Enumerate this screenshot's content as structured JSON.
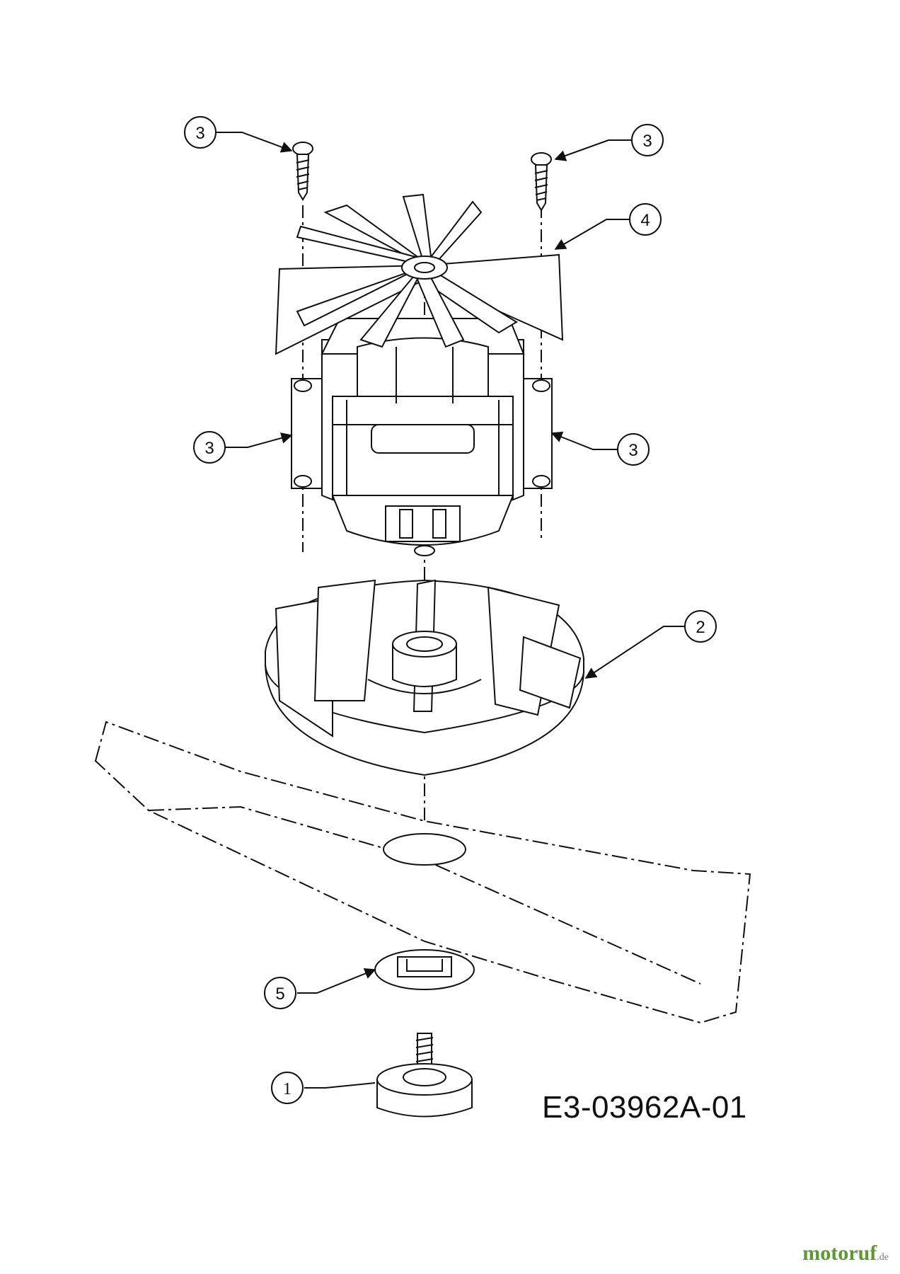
{
  "callouts": [
    {
      "label": "3"
    },
    {
      "label": "3"
    },
    {
      "label": "4"
    },
    {
      "label": "3"
    },
    {
      "label": "3"
    },
    {
      "label": "2"
    },
    {
      "label": "5"
    },
    {
      "label": "1"
    }
  ],
  "drawing_code": "E3-03962A-01",
  "watermark": {
    "text_main": "motoruf",
    "text_tld": ".de"
  },
  "colors": {
    "line": "#111111",
    "watermark_green": "#5a9a2e",
    "watermark_orange": "#c87a1a"
  }
}
